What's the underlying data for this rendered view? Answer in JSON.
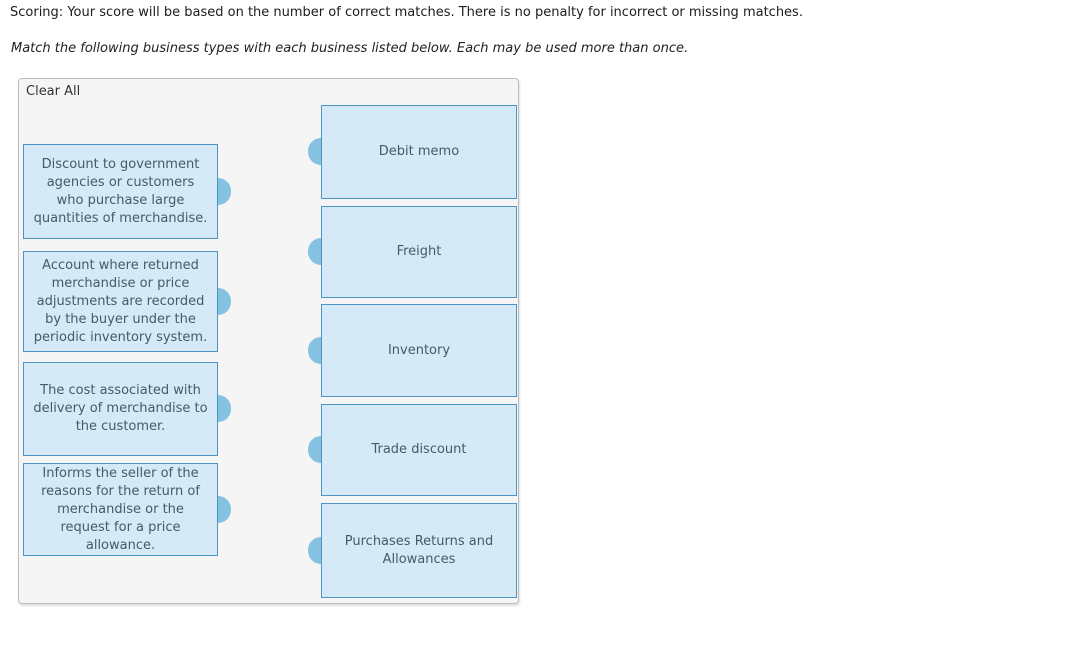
{
  "page": {
    "scoring_text": "Scoring: Your score will be based on the number of correct matches. There is no penalty for incorrect or missing matches.",
    "instructions": "Match the following business types with each business listed below. Each may be used more than once."
  },
  "matching": {
    "clear_all_label": "Clear All",
    "prompts": [
      {
        "text": "Discount to government agencies or customers who purchase large quantities of merchandise."
      },
      {
        "text": "Account where returned merchandise or price adjustments are recorded by the buyer under the periodic inventory system."
      },
      {
        "text": "The cost associated with delivery of merchandise to the customer."
      },
      {
        "text": "Informs the seller of the reasons for the return of merchandise or the request for a price allowance."
      }
    ],
    "answers": [
      {
        "label": "Debit memo"
      },
      {
        "label": "Freight"
      },
      {
        "label": "Inventory"
      },
      {
        "label": "Trade discount"
      },
      {
        "label": "Purchases Returns and Allowances"
      }
    ]
  },
  "colors": {
    "panel_bg": "#f5f5f5",
    "panel_border": "#bdbdbd",
    "box_fill": "#d5e9f6",
    "box_border": "#4d94c6",
    "box_text": "#455a6b",
    "handle_fill": "#85c2e1"
  }
}
